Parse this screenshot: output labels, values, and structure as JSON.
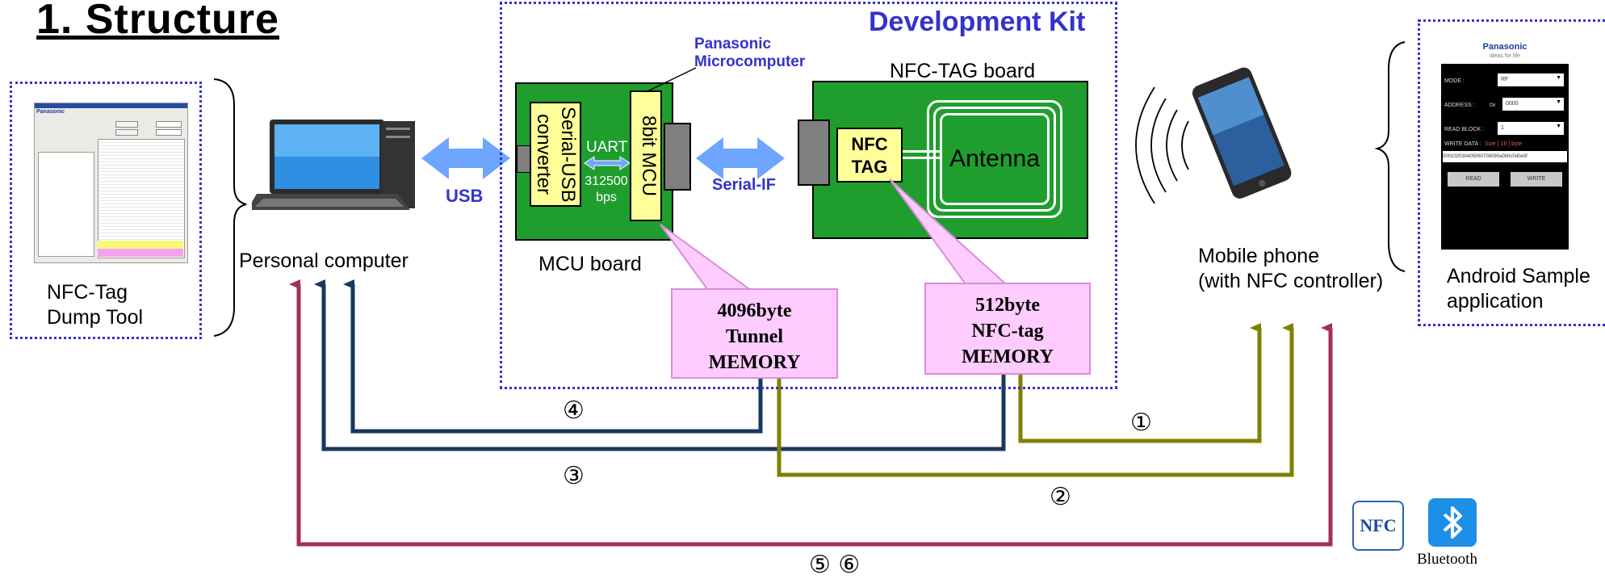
{
  "title": "1. Structure",
  "dev_kit": {
    "title": "Development Kit",
    "mcu_board_label": "MCU board",
    "nfc_board_label": "NFC-TAG board",
    "microcomputer_label": "Panasonic\nMicrocomputer",
    "serial_usb": "Serial-USB\nconverter",
    "mcu": "8bit MCU",
    "uart": "UART",
    "baud": "312500\nbps",
    "nfc_tag": "NFC\nTAG",
    "antenna": "Antenna",
    "usb": "USB",
    "serial_if": "Serial-IF"
  },
  "memories": {
    "tunnel": "4096byte\nTunnel\nMEMORY",
    "nfc_tag": "512byte\nNFC-tag\nMEMORY"
  },
  "labels": {
    "dump_tool": "NFC-Tag\nDump Tool",
    "pc": "Personal computer",
    "phone": "Mobile phone\n(with NFC controller)",
    "android": "Android Sample\napplication",
    "bluetooth": "Bluetooth",
    "nfc_logo": "NFC"
  },
  "paths": {
    "p1": "①",
    "p2": "②",
    "p3": "③",
    "p4": "④",
    "p56": "⑤ ⑥"
  },
  "android_app": {
    "brand": "Panasonic",
    "tagline": "ideas for life",
    "mode_label": "MODE :",
    "mode_value": "RF",
    "address_label": "ADDRESS :",
    "address_prefix": "0x",
    "address_value": "0000",
    "read_block_label": "READ BLOCK :",
    "read_block_value": "1",
    "write_data_label": "WRITE DATA :",
    "write_data_info": "Size [ 16 ] byte",
    "write_data_value": "000102030405060708090a0b0c0d0e0f",
    "read_button": "READ",
    "write_button": "WRITE"
  },
  "dump_window": {
    "brand": "Panasonic"
  },
  "colors": {
    "dark_blue": "#17375e",
    "olive": "#808000",
    "maroon": "#a0305a",
    "board_green": "#1f9e2e",
    "dotted_blue": "#3333cc",
    "arrow_blue": "#6ea6ff"
  }
}
